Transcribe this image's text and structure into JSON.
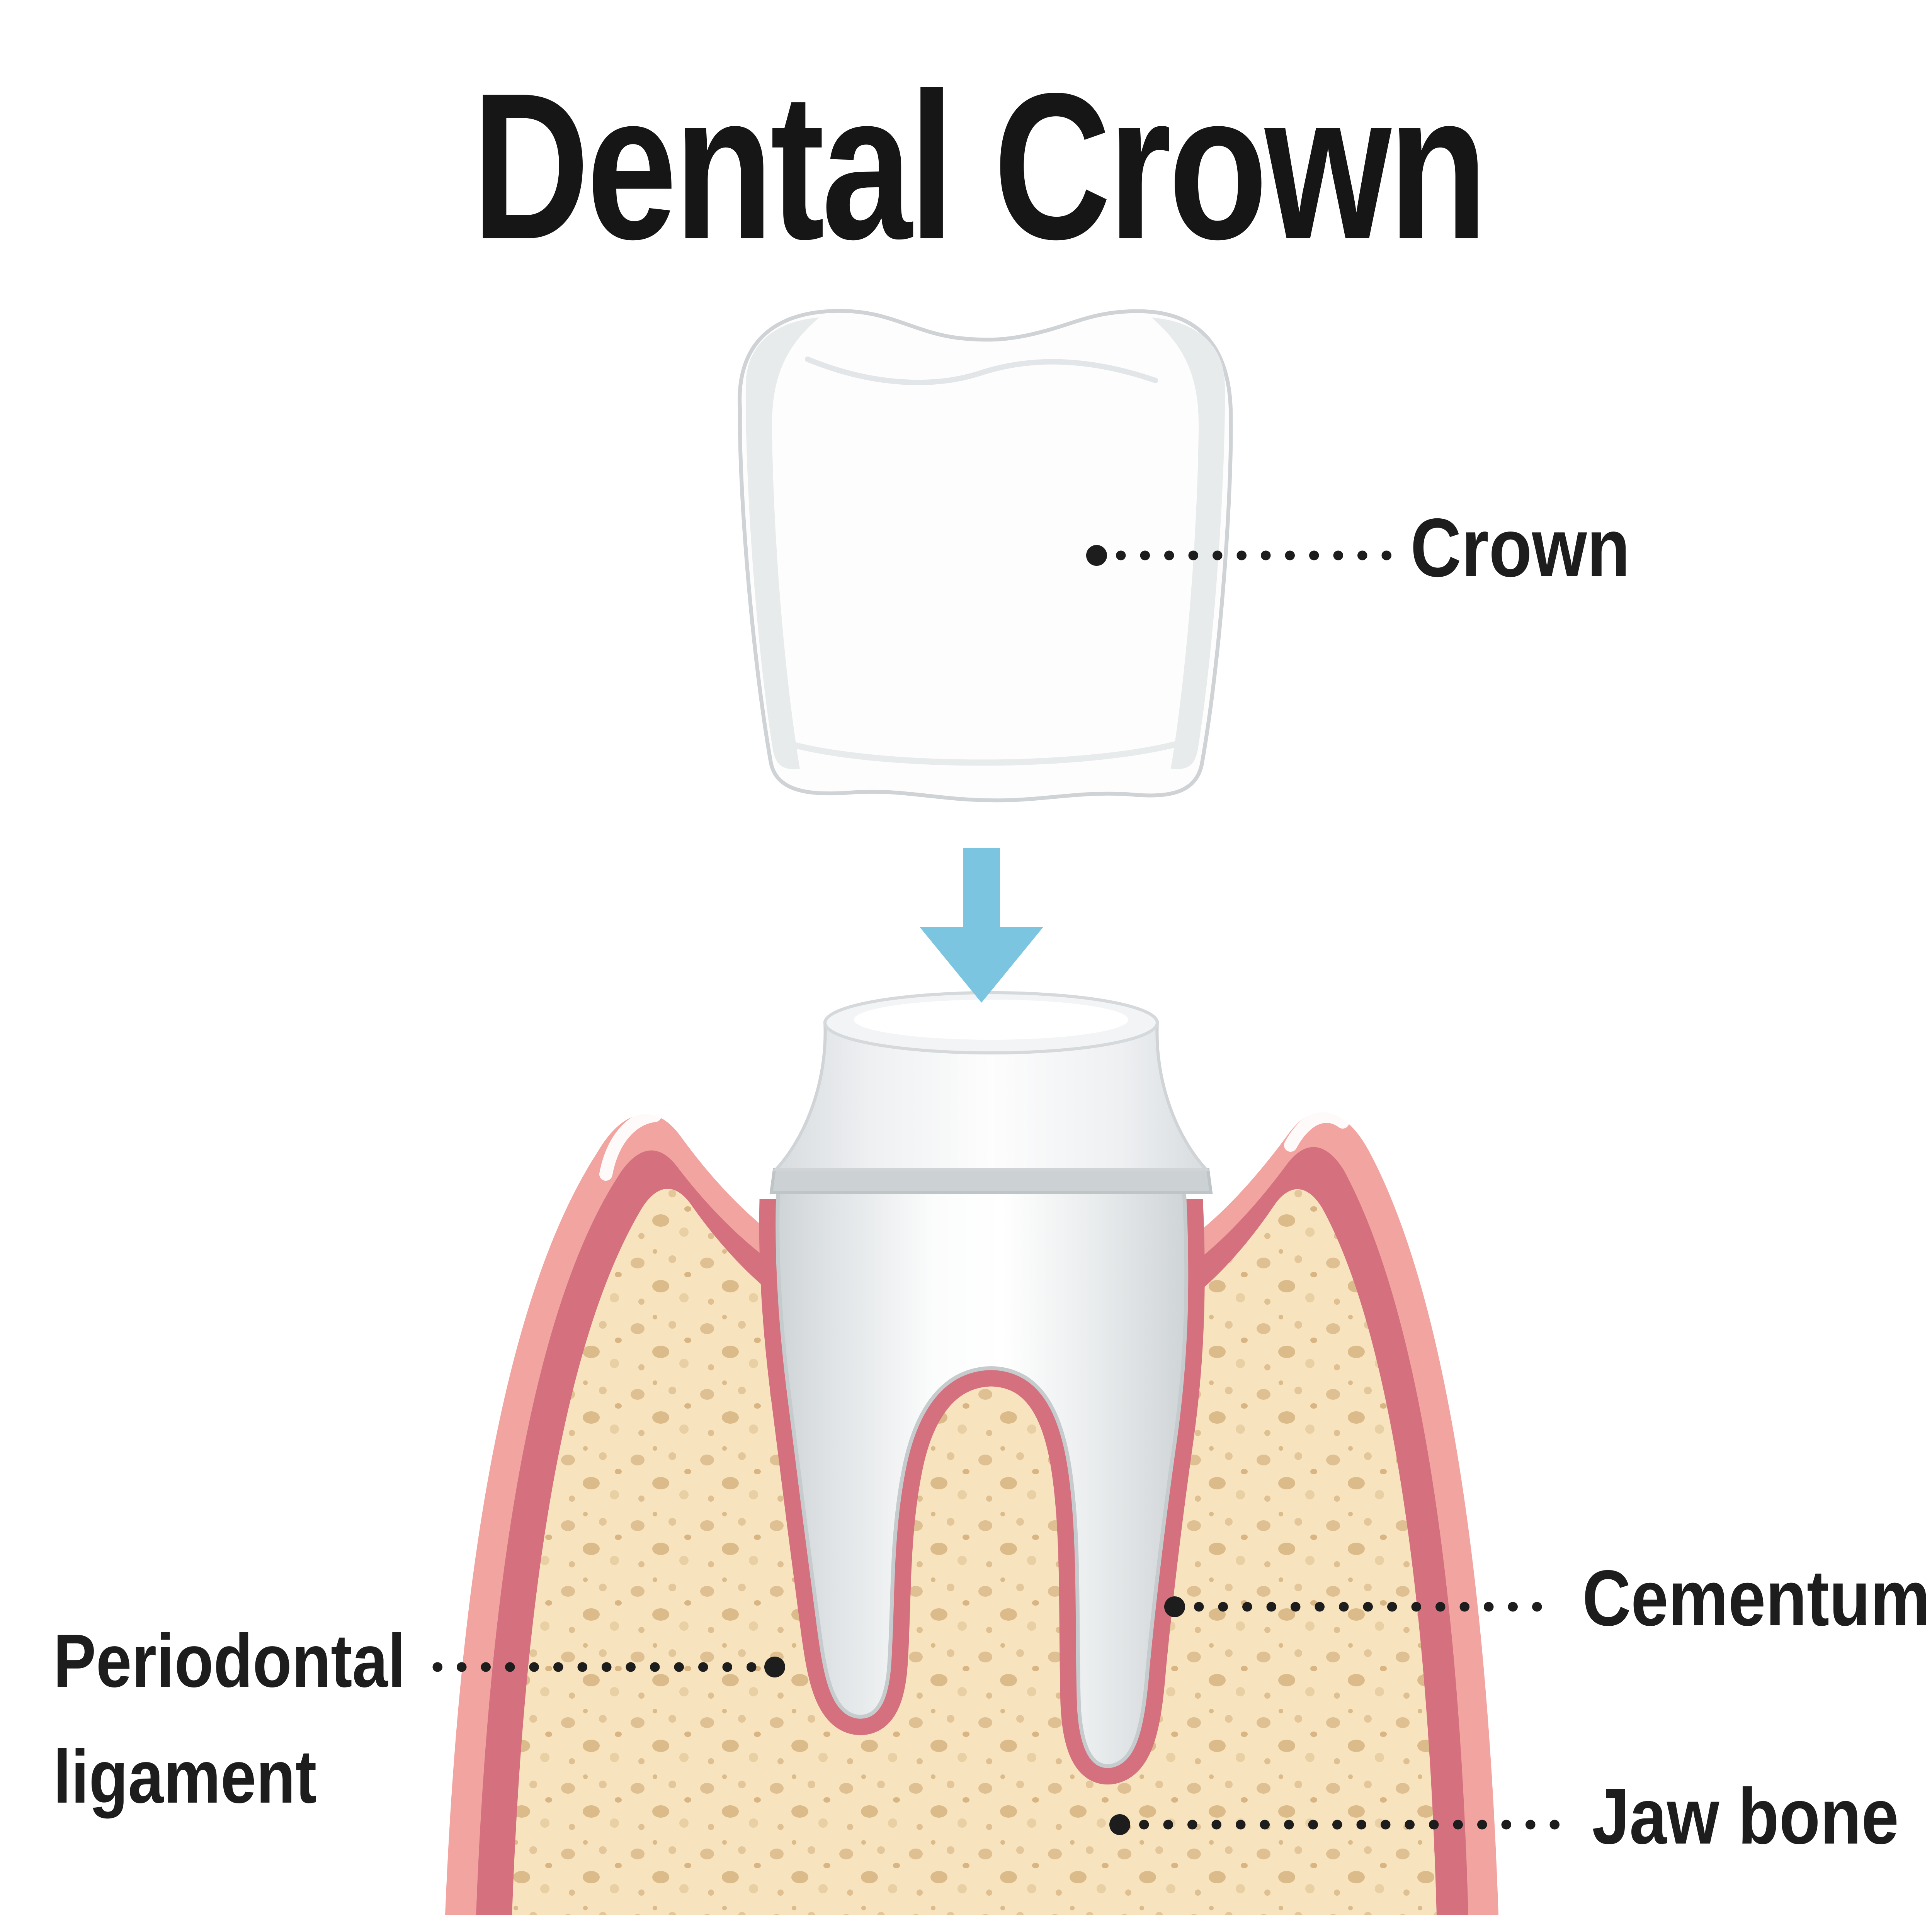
{
  "title": "Dental Crown",
  "labels": {
    "crown": "Crown",
    "cementum": "Cementum",
    "periodontal_line1": "Periodontal",
    "periodontal_line2": "ligament",
    "jaw_bone": "Jaw bone"
  },
  "colors": {
    "text": "#1d1d1d",
    "arrow_blue": "#7cc5e0",
    "gum_outer": "#f1a4a0",
    "gum_inner": "#d5717f",
    "bone": "#f7e3bd",
    "bone_speckle": "#dfc092",
    "tooth_white": "#ffffff",
    "tooth_shade": "#d8dcdf",
    "tooth_outline": "#c6cbce",
    "leader_line": "#1d1d1d"
  }
}
